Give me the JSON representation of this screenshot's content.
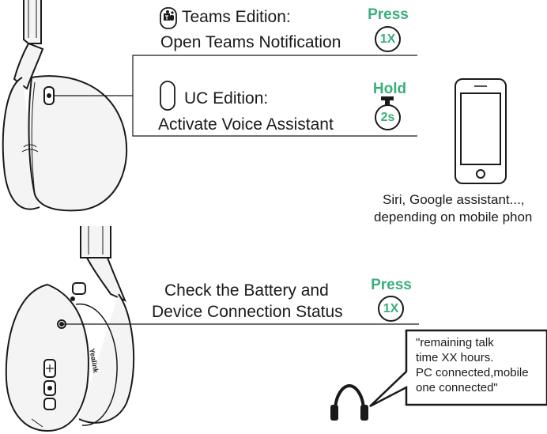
{
  "colors": {
    "accent": "#3aaf7a",
    "ink": "#1a1a1a"
  },
  "icons": [
    "teams-icon",
    "uc-button-icon",
    "stopwatch-icon",
    "smartphone-icon",
    "headphones-icon",
    "headset-illustration"
  ],
  "section1": {
    "teams_title": "Teams Edition:",
    "teams_action": "Open Teams Notification",
    "teams_press_label": "Press",
    "teams_press_badge": "1X",
    "uc_title": "UC Edition:",
    "uc_action": "Activate Voice Assistant",
    "uc_hold_label": "Hold",
    "uc_hold_badge": "2s",
    "assistant_line1": "Siri, Google assistant...,",
    "assistant_line2": "depending on mobile phon"
  },
  "section2": {
    "title_line1": "Check the Battery and",
    "title_line2": "Device Connection Status",
    "press_label": "Press",
    "press_badge": "1X",
    "brand": "Yealink",
    "bubble_lines": [
      "\"remaining talk",
      "time XX hours.",
      "PC connected,mobile",
      "one connected\""
    ]
  }
}
